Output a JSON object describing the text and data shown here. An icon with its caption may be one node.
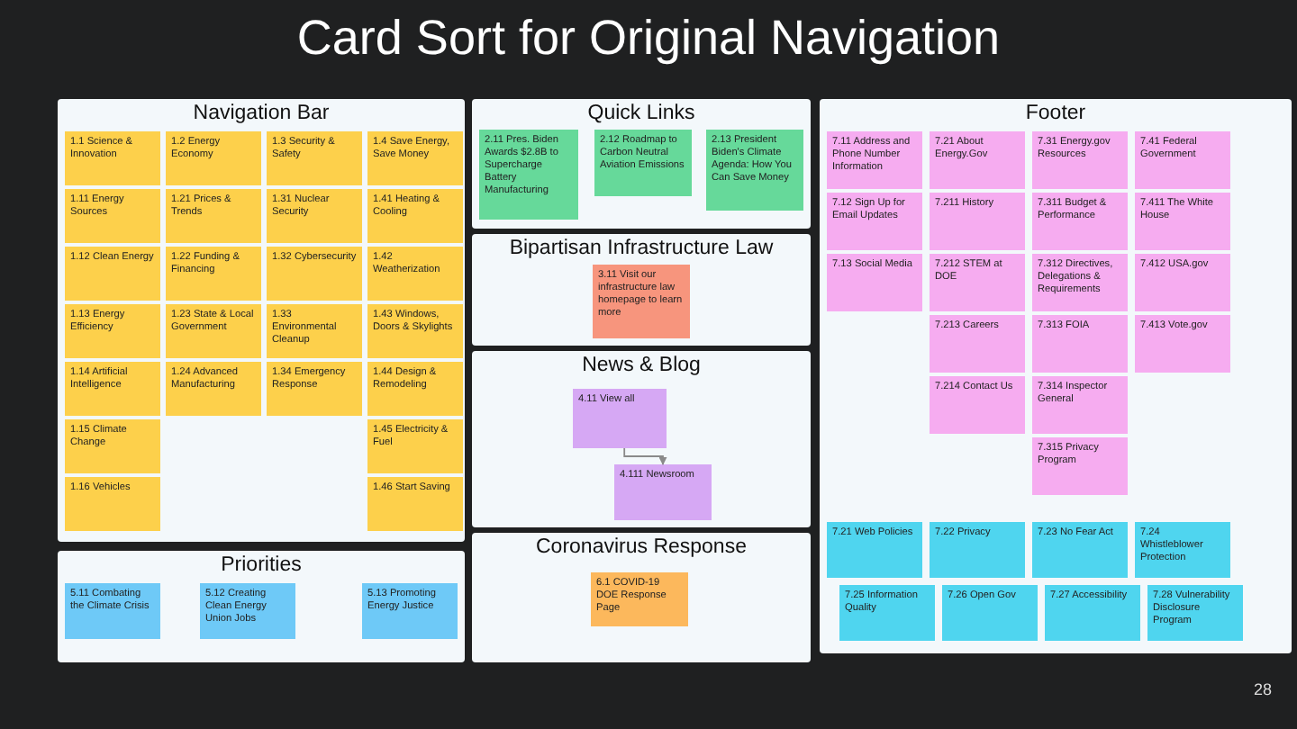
{
  "diagram": {
    "title": "Card Sort for Original Navigation",
    "nodes": [
      {
        "text": [
          "Navigation Bar"
        ]
      },
      {
        "text": [
          "1.1 Science & Innovation"
        ],
        "in": 0
      },
      {
        "text": [
          "1.2 Energy Economy"
        ],
        "in": 0
      },
      {
        "text": [
          "1.3 Security & Safety"
        ],
        "in": 0
      },
      {
        "text": [
          "1.4 Save Energy, Save Money"
        ],
        "in": 0
      },
      {
        "text": [
          "1.11 Energy Sources"
        ],
        "in": 0
      },
      {
        "text": [
          "1.21 Prices & Trends"
        ],
        "in": 0
      },
      {
        "text": [
          "1.31 Nuclear Security"
        ],
        "in": 0
      },
      {
        "text": [
          "1.41 Heating & Cooling"
        ],
        "in": 0
      },
      {
        "text": [
          "1.12 Clean Energy"
        ],
        "in": 0
      },
      {
        "text": [
          "1.22 Funding & Financing"
        ],
        "in": 0
      },
      {
        "text": [
          "1.32 Cybersecurity"
        ],
        "in": 0
      },
      {
        "text": [
          "1.42 Weatherization"
        ],
        "in": 0
      },
      {
        "text": [
          "1.13 Energy Efficiency"
        ],
        "in": 0
      },
      {
        "text": [
          "1.23 State & Local Government"
        ],
        "in": 0
      },
      {
        "text": [
          "1.33 Environmental Cleanup"
        ],
        "in": 0
      },
      {
        "text": [
          "1.43 Windows, Doors & Skylights"
        ],
        "in": 0
      },
      {
        "text": [
          "1.14 Artificial Intelligence"
        ],
        "in": 0
      },
      {
        "text": [
          "1.24 Advanced Manufacturing"
        ],
        "in": 0
      },
      {
        "text": [
          "1.34 Emergency Response"
        ],
        "in": 0
      },
      {
        "text": [
          "1.44 Design & Remodeling"
        ],
        "in": 0
      },
      {
        "text": [
          "1.15 Climate Change"
        ],
        "in": 0
      },
      {
        "text": [
          "1.45 Electricity & Fuel"
        ],
        "in": 0
      },
      {
        "text": [
          "1.16 Vehicles"
        ],
        "in": 0
      },
      {
        "text": [
          "1.46 Start Saving"
        ],
        "in": 0
      },
      {
        "text": [
          "Priorities"
        ]
      },
      {
        "text": [
          "5.11 Combating the Climate Crisis"
        ],
        "in": 25
      },
      {
        "text": [
          "5.12 Creating Clean Energy Union Jobs"
        ],
        "in": 25
      },
      {
        "text": [
          "5.13 Promoting Energy Justice"
        ],
        "in": 25
      },
      {
        "text": [
          "Quick Links"
        ]
      },
      {
        "text": [
          "2.11 Pres. Biden Awards $2.8B to Supercharge Battery Manufacturing"
        ],
        "in": 29
      },
      {
        "text": [
          "2.12 Roadmap to Carbon Neutral Aviation Emissions"
        ],
        "in": 29
      },
      {
        "text": [
          "2.13 President Biden's Climate Agenda: How You Can Save Money"
        ],
        "in": 29
      },
      {
        "text": [
          "Bipartisan Infrastructure Law"
        ]
      },
      {
        "text": [
          "3.11 Visit our infrastructure law homepage to learn more"
        ],
        "in": 33
      },
      {
        "text": [
          "News & Blog"
        ]
      },
      {
        "text": [
          "4.11 View all"
        ],
        "in": 35
      },
      {
        "text": [
          "4.111 Newsroom"
        ],
        "in": 35
      },
      {
        "text": [
          "Coronavirus Response"
        ]
      },
      {
        "text": [
          "6.1 COVID-19 DOE Response Page"
        ],
        "in": 38
      },
      {
        "text": [
          "Footer"
        ]
      },
      {
        "text": [
          "7.11 Address and Phone Number Information"
        ],
        "in": 40
      },
      {
        "text": [
          "7.21 About Energy.Gov"
        ],
        "in": 40
      },
      {
        "text": [
          "7.31 Energy.gov Resources"
        ],
        "in": 40
      },
      {
        "text": [
          "7.41 Federal Government"
        ],
        "in": 40
      },
      {
        "text": [
          "7.12 Sign Up for Email Updates"
        ],
        "in": 40
      },
      {
        "text": [
          "7.211 History"
        ],
        "in": 40
      },
      {
        "text": [
          "7.311 Budget & Performance"
        ],
        "in": 40
      },
      {
        "text": [
          "7.411 The White House"
        ],
        "in": 40
      },
      {
        "text": [
          "7.13 Social Media"
        ],
        "in": 40
      },
      {
        "text": [
          "7.212 STEM at DOE"
        ],
        "in": 40
      },
      {
        "text": [
          "7.312 Directives, Delegations & Requirements"
        ],
        "in": 40
      },
      {
        "text": [
          "7.412 USA.gov"
        ],
        "in": 40
      },
      {
        "text": [
          "7.213 Careers"
        ],
        "in": 40
      },
      {
        "text": [
          "7.313 FOIA"
        ],
        "in": 40
      },
      {
        "text": [
          "7.413 Vote.gov"
        ],
        "in": 40
      },
      {
        "text": [
          "7.214 Contact Us"
        ],
        "in": 40
      },
      {
        "text": [
          "7.314 Inspector General"
        ],
        "in": 40
      },
      {
        "text": [
          "7.315 Privacy Program"
        ],
        "in": 40
      },
      {
        "text": [
          "7.21 Web Policies"
        ],
        "in": 40
      },
      {
        "text": [
          "7.22 Privacy"
        ],
        "in": 40
      },
      {
        "text": [
          "7.23 No Fear Act"
        ],
        "in": 40
      },
      {
        "text": [
          "7.24 Whistleblower Protection"
        ],
        "in": 40
      },
      {
        "text": [
          "7.25 Information Quality"
        ],
        "in": 40
      },
      {
        "text": [
          "7.26 Open Gov"
        ],
        "in": 40
      },
      {
        "text": [
          "7.27 Accessibility"
        ],
        "in": 40
      },
      {
        "text": [
          "7.28 Vulnerability Disclosure Program"
        ],
        "in": 40
      }
    ],
    "edges": [
      {
        "from": 36,
        "to": 37,
        "arrow": "to"
      }
    ],
    "labels": [
      "28"
    ]
  }
}
